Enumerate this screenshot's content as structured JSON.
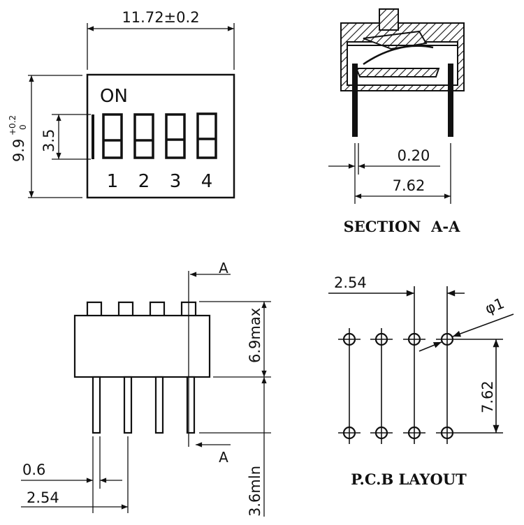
{
  "top_view": {
    "width_dim": "11.72±0.2",
    "height_dim": "9.9",
    "height_tol_plus": "+0.2",
    "height_tol_minus": "0",
    "switch_dim": "3.5",
    "on_label": "ON",
    "switch_numbers": [
      "1",
      "2",
      "3",
      "4"
    ]
  },
  "section_view": {
    "pin_dim": "0.20",
    "pitch_dim": "7.62",
    "caption": "SECTION  A-A"
  },
  "side_view": {
    "section_marker_top": "A",
    "section_marker_bottom": "A",
    "height_dim": "6.9max",
    "pin_length_dim": "3.6mln",
    "pin_width_dim": "0.6",
    "pitch_dim": "2.54"
  },
  "pcb_layout": {
    "pitch_dim": "2.54",
    "hole_dim": "φ1",
    "row_dim": "7.62",
    "caption": "P.C.B LAYOUT"
  }
}
